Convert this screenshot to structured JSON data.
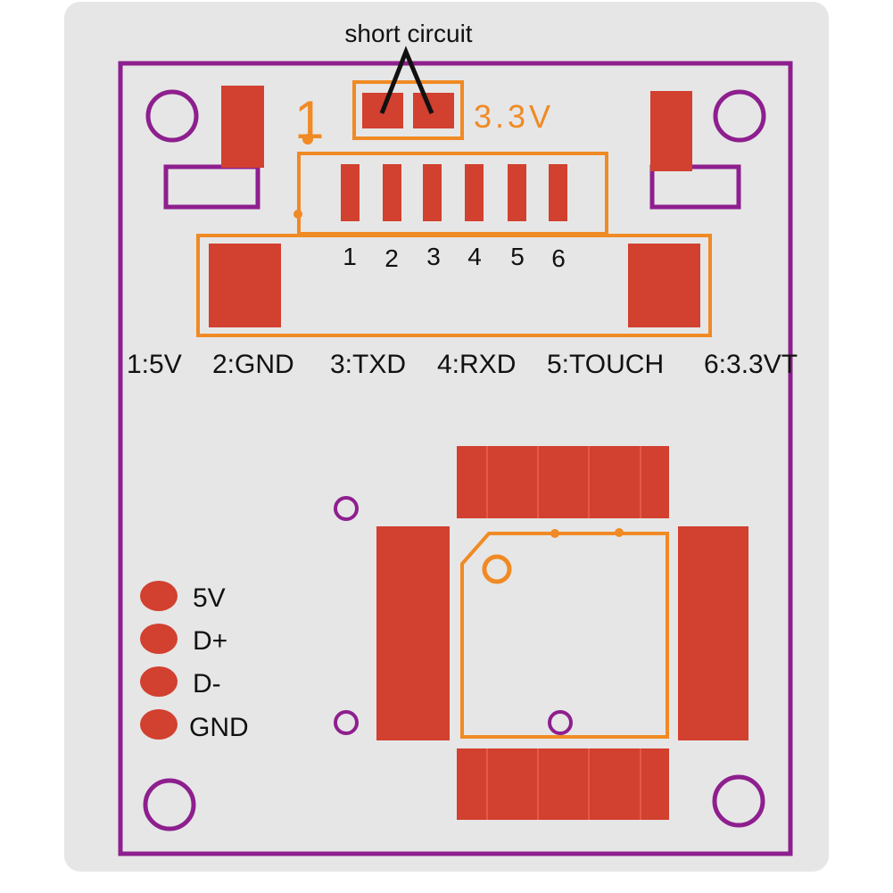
{
  "annotation": {
    "text": "short circuit"
  },
  "jumper": {
    "pin1_marker": "1",
    "voltage_label": "3.3V"
  },
  "connector": {
    "pin_numbers": [
      "1",
      "2",
      "3",
      "4",
      "5",
      "6"
    ],
    "pin_functions": [
      "1:5V",
      "2:GND",
      "3:TXD",
      "4:RXD",
      "5:TOUCH",
      "6:3.3VT"
    ]
  },
  "usb_pads": [
    "5V",
    "D+",
    "D-",
    "GND"
  ],
  "colors": {
    "board": "#e6e6e6",
    "outline": "#8e1f8e",
    "silkscreen": "#f08a24",
    "copper": "#d2402f",
    "text": "#111111"
  }
}
